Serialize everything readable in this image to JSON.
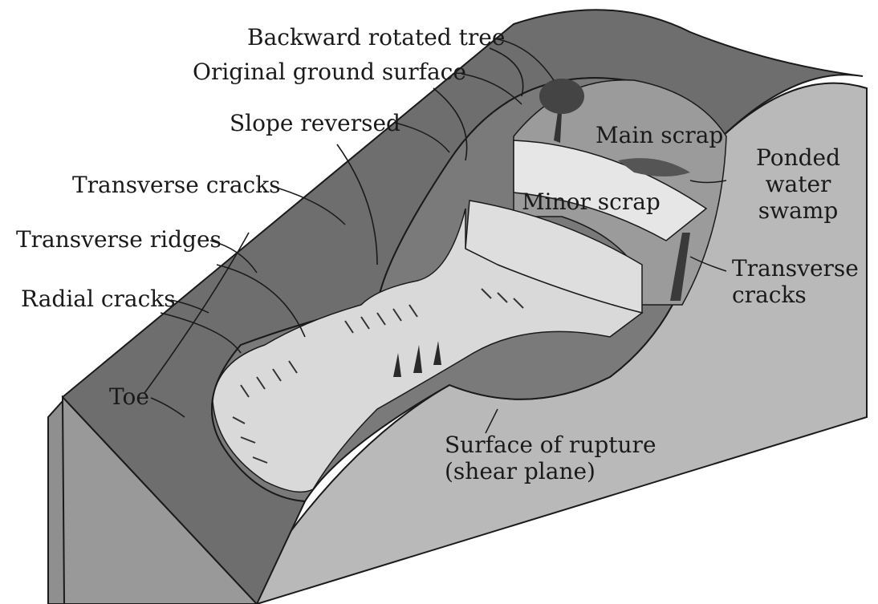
{
  "labels": {
    "backward_rotated_tree": "Backward rotated tree",
    "original_ground_surface": "Original ground surface",
    "slope_reversed": "Slope reversed",
    "transverse_cracks_left": "Transverse cracks",
    "transverse_ridges": "Transverse ridges",
    "radial_cracks": "Radial cracks",
    "toe": "Toe",
    "main_scrap": "Main scrap",
    "minor_scrap": "Minor scrap",
    "ponded_water_swamp": [
      "Ponded",
      "water",
      "swamp"
    ],
    "transverse_cracks_right": [
      "Transverse",
      "cracks"
    ],
    "surface_of_rupture": [
      "Surface of rupture",
      "(shear plane)"
    ]
  },
  "colors": {
    "block_top": "#6e6e6e",
    "block_side": "#b9b9b9",
    "block_front": "#8f8f8f",
    "cavity": "#7a7a7a",
    "slide_mass": "#d9d9d9",
    "scarp_wall": "#9b9b9b",
    "ink": "#1a1a1a"
  }
}
